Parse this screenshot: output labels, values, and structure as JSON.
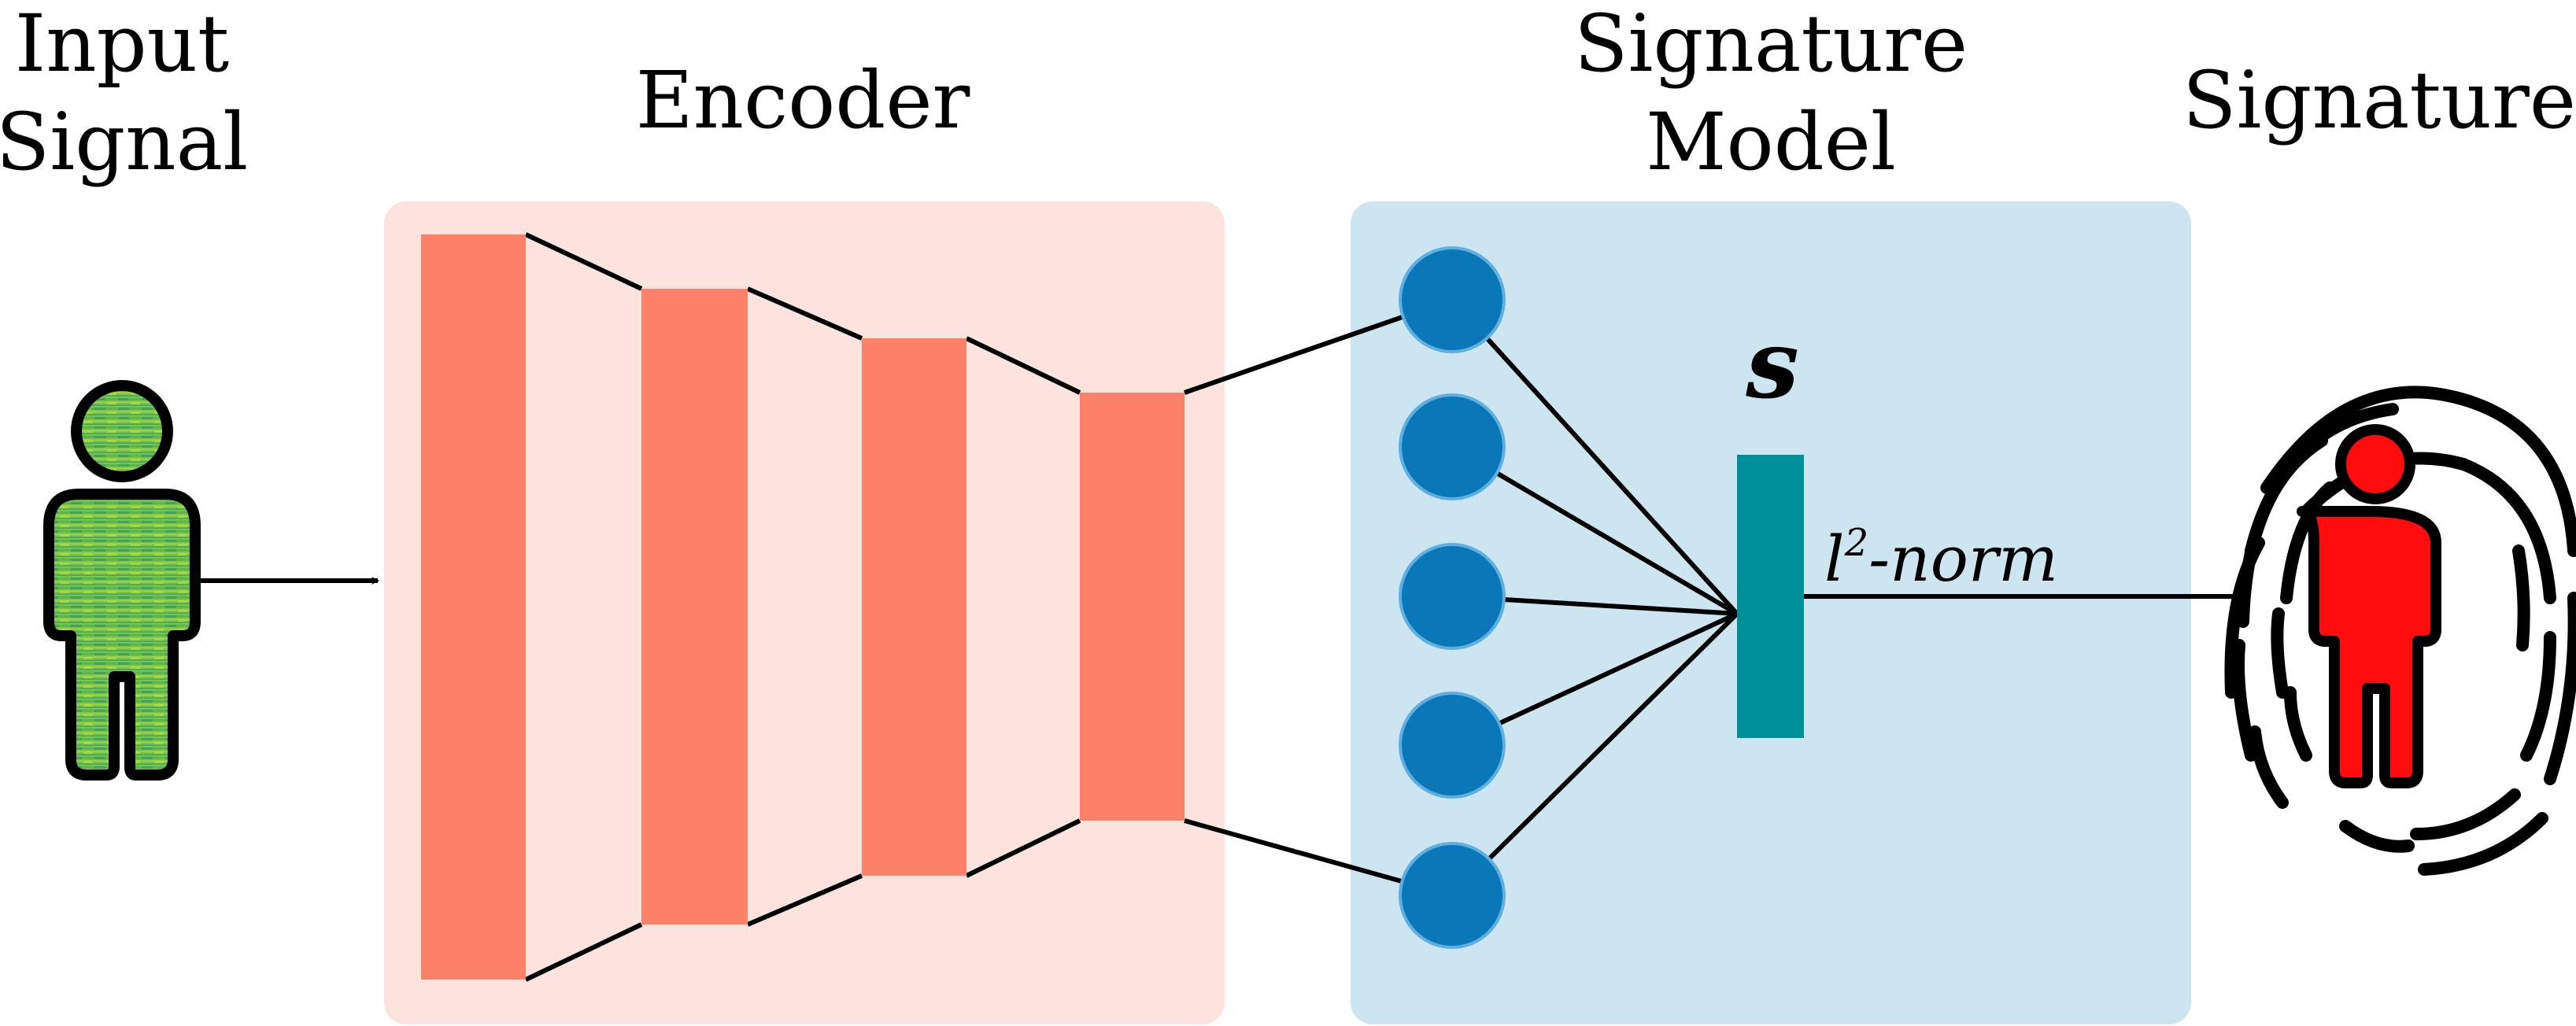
{
  "labels": {
    "input_line1": "Input",
    "input_line2": "Signal",
    "encoder": "Encoder",
    "sigmodel_line1": "Signature",
    "sigmodel_line2": "Model",
    "signature": "Signature",
    "s_symbol": "s",
    "norm_base": "l",
    "norm_sup": "2",
    "norm_rest": "-norm"
  },
  "colors": {
    "encoder_bg": "#fde3de",
    "encoder_layer": "#fd8068",
    "model_bg": "#cde5f0",
    "neuron": "#0a78b8",
    "neuron_stroke": "#5fb0e0",
    "signature_vector": "#00909a",
    "input_person": "#6ec53c",
    "output_person": "#ff0d0d",
    "fingerprint": "#000000"
  },
  "icons": {
    "input": "person-signal-icon",
    "output": "fingerprint-person-icon"
  },
  "structure": {
    "encoder_layers": 4,
    "neurons": 5
  }
}
